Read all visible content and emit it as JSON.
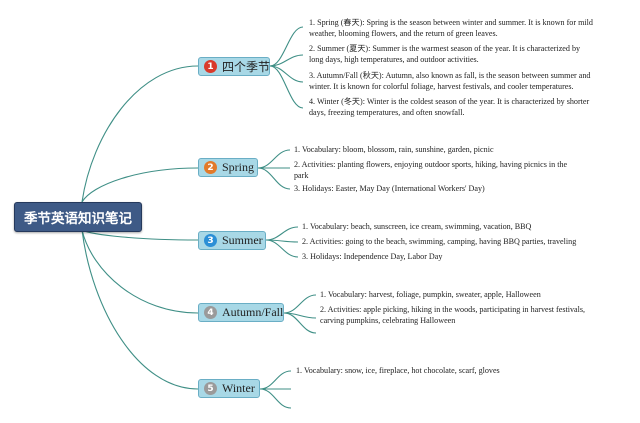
{
  "root": {
    "title": "季节英语知识笔记"
  },
  "branches": [
    {
      "badge": "1",
      "badge_color": "#d93a2b",
      "label": "四个季节",
      "items": [
        "1. Spring (春天): Spring is the season between winter and summer. It is known for mild weather, blooming flowers, and the return of green leaves.",
        "2. Summer (夏天): Summer is the warmest season of the year. It is characterized by long days, high temperatures, and outdoor activities.",
        "3. Autumn/Fall (秋天): Autumn, also known as fall, is the season between summer and winter. It is known for colorful foliage, harvest festivals, and cooler temperatures.",
        "4. Winter (冬天): Winter is the coldest season of the year. It is characterized by shorter days, freezing temperatures, and often snowfall."
      ]
    },
    {
      "badge": "2",
      "badge_color": "#e27a2a",
      "label": "Spring",
      "items": [
        "1. Vocabulary: bloom, blossom, rain, sunshine, garden, picnic",
        "2. Activities: planting flowers, enjoying outdoor sports, hiking, having picnics in the park",
        "3. Holidays: Easter, May Day (International Workers' Day)"
      ]
    },
    {
      "badge": "3",
      "badge_color": "#2b8fd6",
      "label": "Summer",
      "items": [
        "1. Vocabulary: beach, sunscreen, ice cream, swimming, vacation, BBQ",
        "2. Activities: going to the beach, swimming, camping, having BBQ parties, traveling",
        "3. Holidays: Independence Day, Labor Day"
      ]
    },
    {
      "badge": "4",
      "badge_color": "#9a9a9a",
      "label": "Autumn/Fall",
      "items": [
        "1. Vocabulary: harvest, foliage, pumpkin, sweater, apple, Halloween",
        "2. Activities: apple picking, hiking in the woods, participating in harvest festivals, carving pumpkins, celebrating Halloween"
      ]
    },
    {
      "badge": "5",
      "badge_color": "#9a9a9a",
      "label": "Winter",
      "items": [
        "1. Vocabulary: snow, ice, fireplace, hot chocolate, scarf, gloves",
        "",
        ""
      ]
    }
  ]
}
